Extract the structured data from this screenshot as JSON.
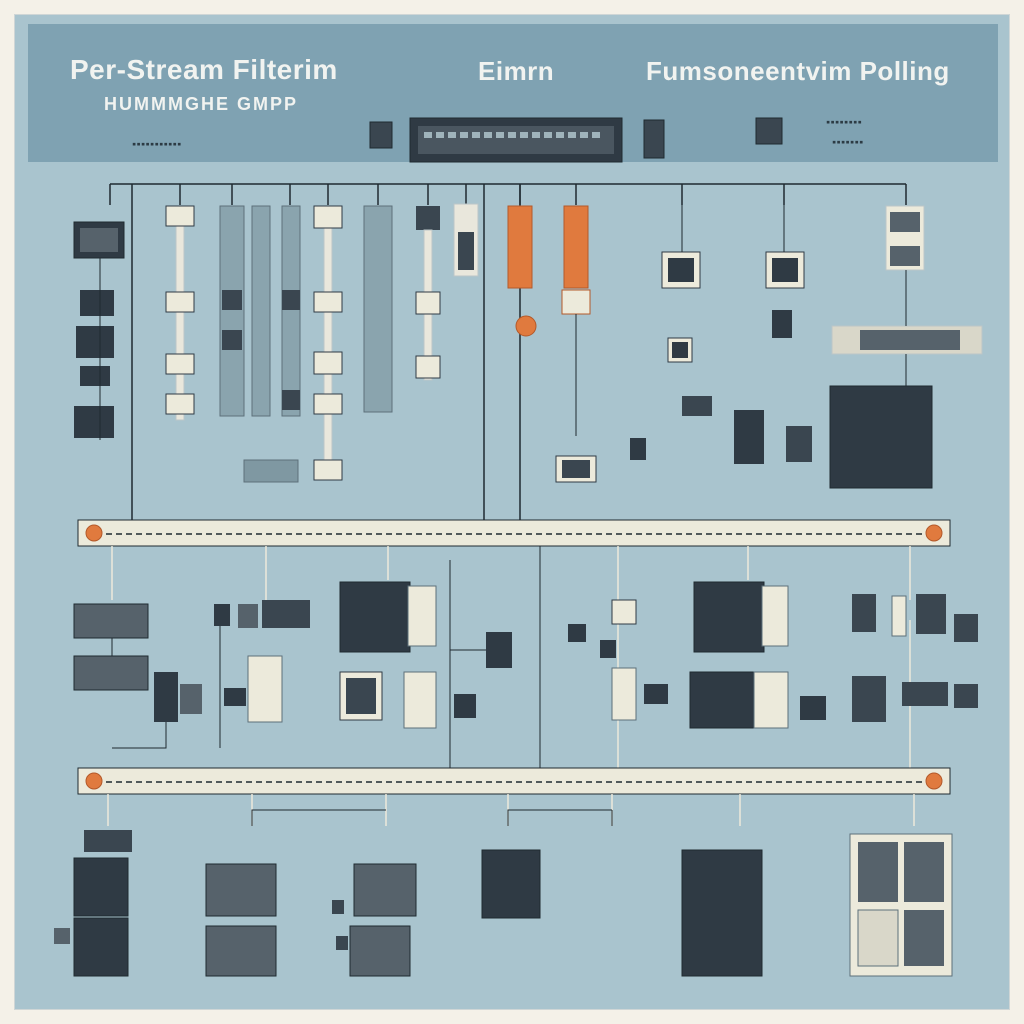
{
  "header": {
    "title_left": "Per-Stream Filterim",
    "title_center": "Eimrn",
    "title_right": "Fumsoneentvim Polling",
    "subtitle": "HUMMMGHE GMPP"
  },
  "colors": {
    "background": "#a9c4ce",
    "header": "#7fa2b2",
    "rail": "#eceadb",
    "device_dark": "#2f3a44",
    "accent_orange": "#e07a3e",
    "line": "#1f2a30"
  },
  "icons": {
    "device": "rack-device-icon",
    "server": "server-tower-icon",
    "switch": "network-switch-icon",
    "alert": "orange-node-icon"
  }
}
